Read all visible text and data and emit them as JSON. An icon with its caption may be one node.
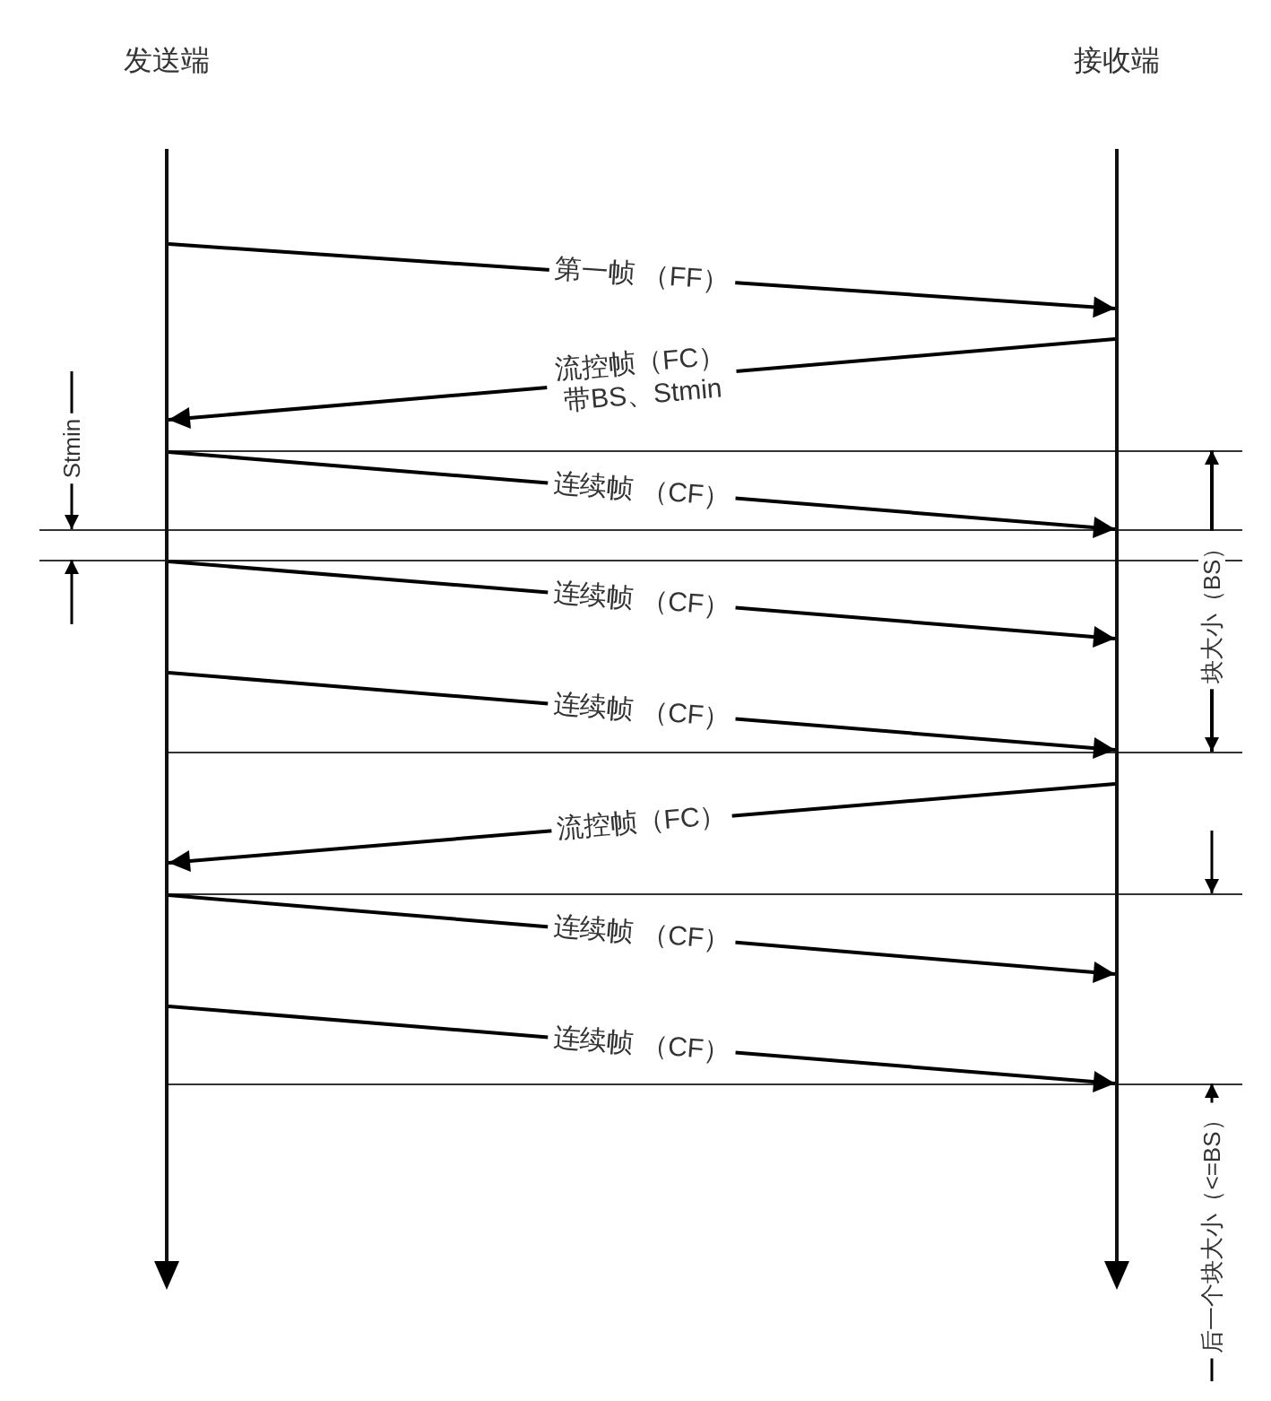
{
  "diagram": {
    "nodes": [
      {
        "text": [
          "发送端"
        ]
      },
      {
        "text": [
          "接收端"
        ]
      }
    ],
    "edges": [
      {
        "from": 0,
        "to": 1,
        "arrow": "to",
        "label": "第一帧 （FF）"
      },
      {
        "from": 1,
        "to": 0,
        "arrow": "to",
        "label": "流控帧（FC）带BS、Stmin"
      },
      {
        "from": 0,
        "to": 1,
        "arrow": "to",
        "label": "连续帧 （CF）"
      },
      {
        "from": 0,
        "to": 1,
        "arrow": "to",
        "label": "连续帧 （CF）"
      },
      {
        "from": 0,
        "to": 1,
        "arrow": "to",
        "label": "连续帧 （CF）"
      },
      {
        "from": 1,
        "to": 0,
        "arrow": "to",
        "label": "流控帧（FC）"
      },
      {
        "from": 0,
        "to": 1,
        "arrow": "to",
        "label": "连续帧 （CF）"
      },
      {
        "from": 0,
        "to": 1,
        "arrow": "to",
        "label": "连续帧 （CF）"
      }
    ],
    "labels": [
      "Stmin",
      "块大小（BS）",
      "后一个块大小（<=BS）"
    ]
  }
}
